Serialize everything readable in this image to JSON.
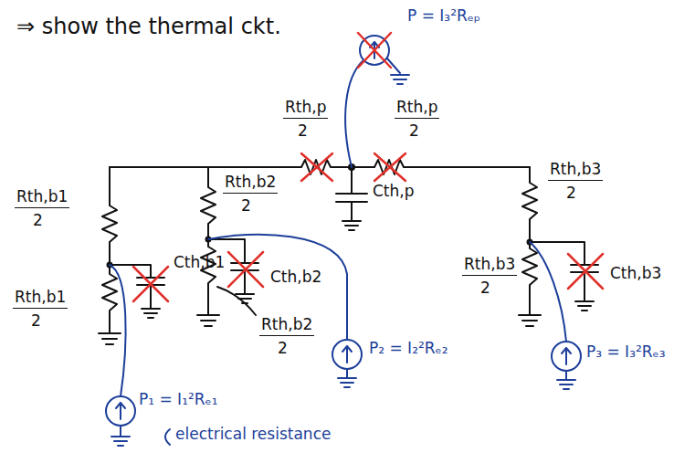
{
  "diagram": {
    "title": "⇒ show the thermal ckt.",
    "labels": [
      "P = I₃²Rₑₚ",
      "Rth,p",
      "2",
      "Rth,p",
      "2",
      "Cth,p",
      "Rth,b1",
      "2",
      "Rth,b1",
      "2",
      "Cth,b1",
      "Rth,b2",
      "2",
      "Rth,b2",
      "2",
      "Cth,b2",
      "P₂ = I₂²Rₑ₂",
      "Rth,b3",
      "2",
      "Rth,b3",
      "2",
      "Cth,b3",
      "P₃ = I₃²Rₑ₃",
      "P₁ = I₁²Rₑ₁",
      "electrical resistance"
    ]
  }
}
